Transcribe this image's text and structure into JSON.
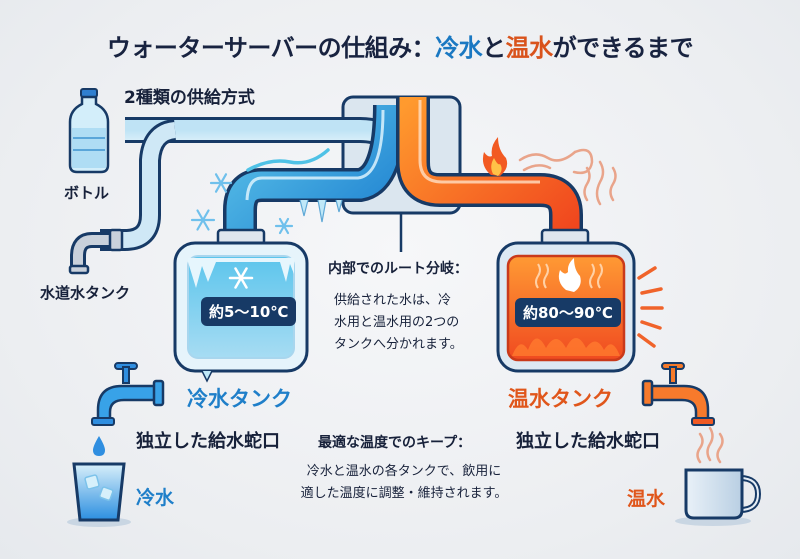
{
  "title": {
    "prefix": "ウォーターサーバーの仕組み：",
    "cold_word": "冷水",
    "joiner": "と",
    "hot_word": "温水",
    "suffix": "ができるまで"
  },
  "supply": {
    "heading": "2種類の供給方式",
    "bottle_label": "ボトル",
    "tap_label": "水道水タンク"
  },
  "route": {
    "heading": "内部でのルート分岐：",
    "lines": [
      "供給された水は、冷",
      "水用と温水用の2つの",
      "タンクへ分かれます。"
    ]
  },
  "cold_tank": {
    "temperature": "約5～10℃",
    "label": "冷水タンク",
    "faucet_label": "独立した給水蛇口",
    "output_label": "冷水"
  },
  "hot_tank": {
    "temperature": "約80～90℃",
    "label": "温水タンク",
    "faucet_label": "独立した給水蛇口",
    "output_label": "温水"
  },
  "keep": {
    "heading": "最適な温度でのキープ：",
    "lines": [
      "冷水と温水の各タンクで、飲用に",
      "適した温度に調整・維持されます。"
    ]
  },
  "colors": {
    "cold_accent": "#1f7fc9",
    "hot_accent": "#e0561b",
    "outline": "#173a66",
    "text": "#17213a"
  }
}
